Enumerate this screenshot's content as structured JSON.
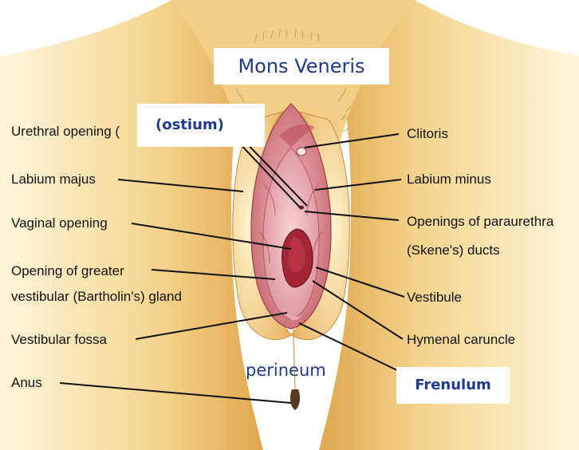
{
  "labels": {
    "mons": "Mons Veneris",
    "ostium": "(ostium)",
    "urethral_opening": "Urethral opening (",
    "labium_majus": "Labium majus",
    "vaginal_opening": "Vaginal opening",
    "greater_vestibular_1": "Opening of greater",
    "greater_vestibular_2": "vestibular (Bartholin's) gland",
    "vestibular_fossa": "Vestibular fossa",
    "anus": "Anus",
    "clitoris": "Clitoris",
    "labium_minus": "Labium minus",
    "paraurethral_1": "Openings of paraurethra",
    "paraurethral_2": "(Skene's) ducts",
    "vestibule": "Vestibule",
    "hymenal_caruncle": "Hymenal caruncle",
    "perineum": "perineum",
    "frenulum": "Frenulum"
  },
  "colors": {
    "accent_blue": "#1f3a8c",
    "skin": "#f1cf86",
    "labia": "#d98a8a",
    "vestibule": "#a63040"
  }
}
